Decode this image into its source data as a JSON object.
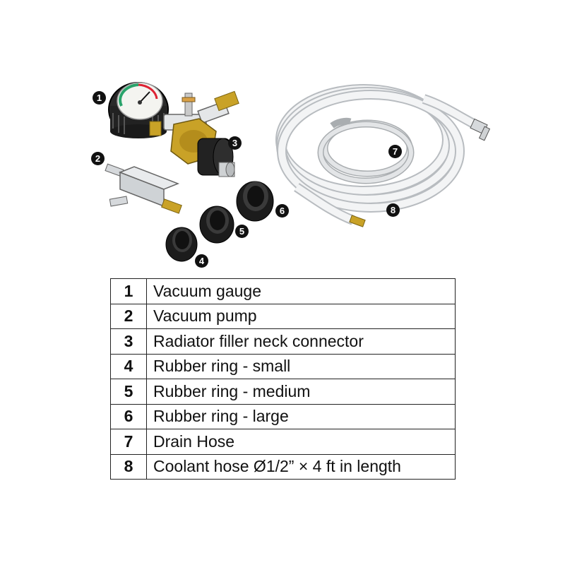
{
  "callouts": [
    "1",
    "2",
    "3",
    "4",
    "5",
    "6",
    "7",
    "8"
  ],
  "parts": [
    {
      "num": "1",
      "desc": "Vacuum gauge"
    },
    {
      "num": "2",
      "desc": "Vacuum pump"
    },
    {
      "num": "3",
      "desc": "Radiator filler neck connector"
    },
    {
      "num": "4",
      "desc": "Rubber ring - small"
    },
    {
      "num": "5",
      "desc": "Rubber ring - medium"
    },
    {
      "num": "6",
      "desc": "Rubber ring - large"
    },
    {
      "num": "7",
      "desc": "Drain Hose"
    },
    {
      "num": "8",
      "desc": "Coolant hose Ø1/2” × 4 ft in length"
    }
  ],
  "colors": {
    "brass": "#c9a227",
    "rubber": "#1c1c1c",
    "gauge_green": "#2aa36b",
    "aluminum": "#d6d9dc"
  }
}
